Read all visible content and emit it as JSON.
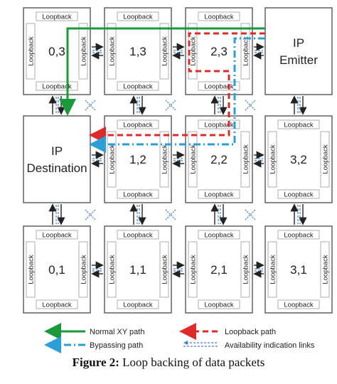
{
  "loopback_label": "Loopback",
  "nodes": [
    {
      "id": "0,3",
      "label": "0,3",
      "has_loopbacks": true
    },
    {
      "id": "1,3",
      "label": "1,3",
      "has_loopbacks": true
    },
    {
      "id": "2,3",
      "label": "2,3",
      "has_loopbacks": true
    },
    {
      "id": "emitter",
      "label": [
        "IP",
        "Emitter"
      ],
      "has_loopbacks": false
    },
    {
      "id": "destination",
      "label": [
        "IP",
        "Destination"
      ],
      "has_loopbacks": false
    },
    {
      "id": "1,2",
      "label": "1,2",
      "has_loopbacks": true
    },
    {
      "id": "2,2",
      "label": "2,2",
      "has_loopbacks": true
    },
    {
      "id": "3,2",
      "label": "3,2",
      "has_loopbacks": true
    },
    {
      "id": "0,1",
      "label": "0,1",
      "has_loopbacks": true
    },
    {
      "id": "1,1",
      "label": "1,1",
      "has_loopbacks": true
    },
    {
      "id": "2,1",
      "label": "2,1",
      "has_loopbacks": true
    },
    {
      "id": "3,1",
      "label": "3,1",
      "has_loopbacks": true
    }
  ],
  "legend": {
    "normal": "Normal XY path",
    "loopback": "Loopback path",
    "bypass": "Bypassing path",
    "availability": "Availability indication links"
  },
  "colors": {
    "normal": "#1a9a3a",
    "loopback": "#e02a2a",
    "bypass": "#2a9fd8",
    "availability": "#4a7bc8",
    "box": "#555555"
  },
  "caption": {
    "prefix": "Figure 2:",
    "text": " Loop backing of data packets"
  }
}
